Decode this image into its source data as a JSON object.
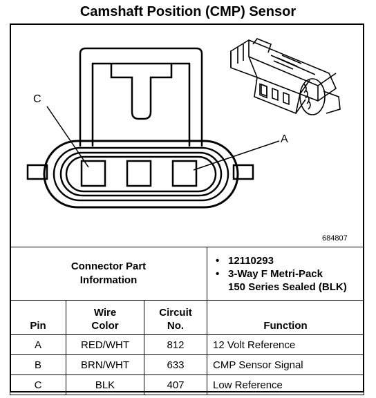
{
  "title": "Camshaft Position (CMP) Sensor",
  "diagram": {
    "label_c": "C",
    "label_a": "A",
    "figure_id": "684807"
  },
  "connector_info": {
    "label_line1": "Connector Part",
    "label_line2": "Information",
    "items": [
      {
        "line1": "12110293",
        "line2": ""
      },
      {
        "line1": "3-Way F Metri-Pack",
        "line2": "150 Series Sealed (BLK)"
      }
    ]
  },
  "table": {
    "headers": {
      "pin": "Pin",
      "wire_color_line1": "Wire",
      "wire_color_line2": "Color",
      "circuit_line1": "Circuit",
      "circuit_line2": "No.",
      "function": "Function"
    },
    "rows": [
      {
        "pin": "A",
        "wire": "RED/WHT",
        "circuit": "812",
        "function": "12 Volt Reference"
      },
      {
        "pin": "B",
        "wire": "BRN/WHT",
        "circuit": "633",
        "function": "CMP Sensor Signal"
      },
      {
        "pin": "C",
        "wire": "BLK",
        "circuit": "407",
        "function": "Low Reference"
      }
    ]
  }
}
